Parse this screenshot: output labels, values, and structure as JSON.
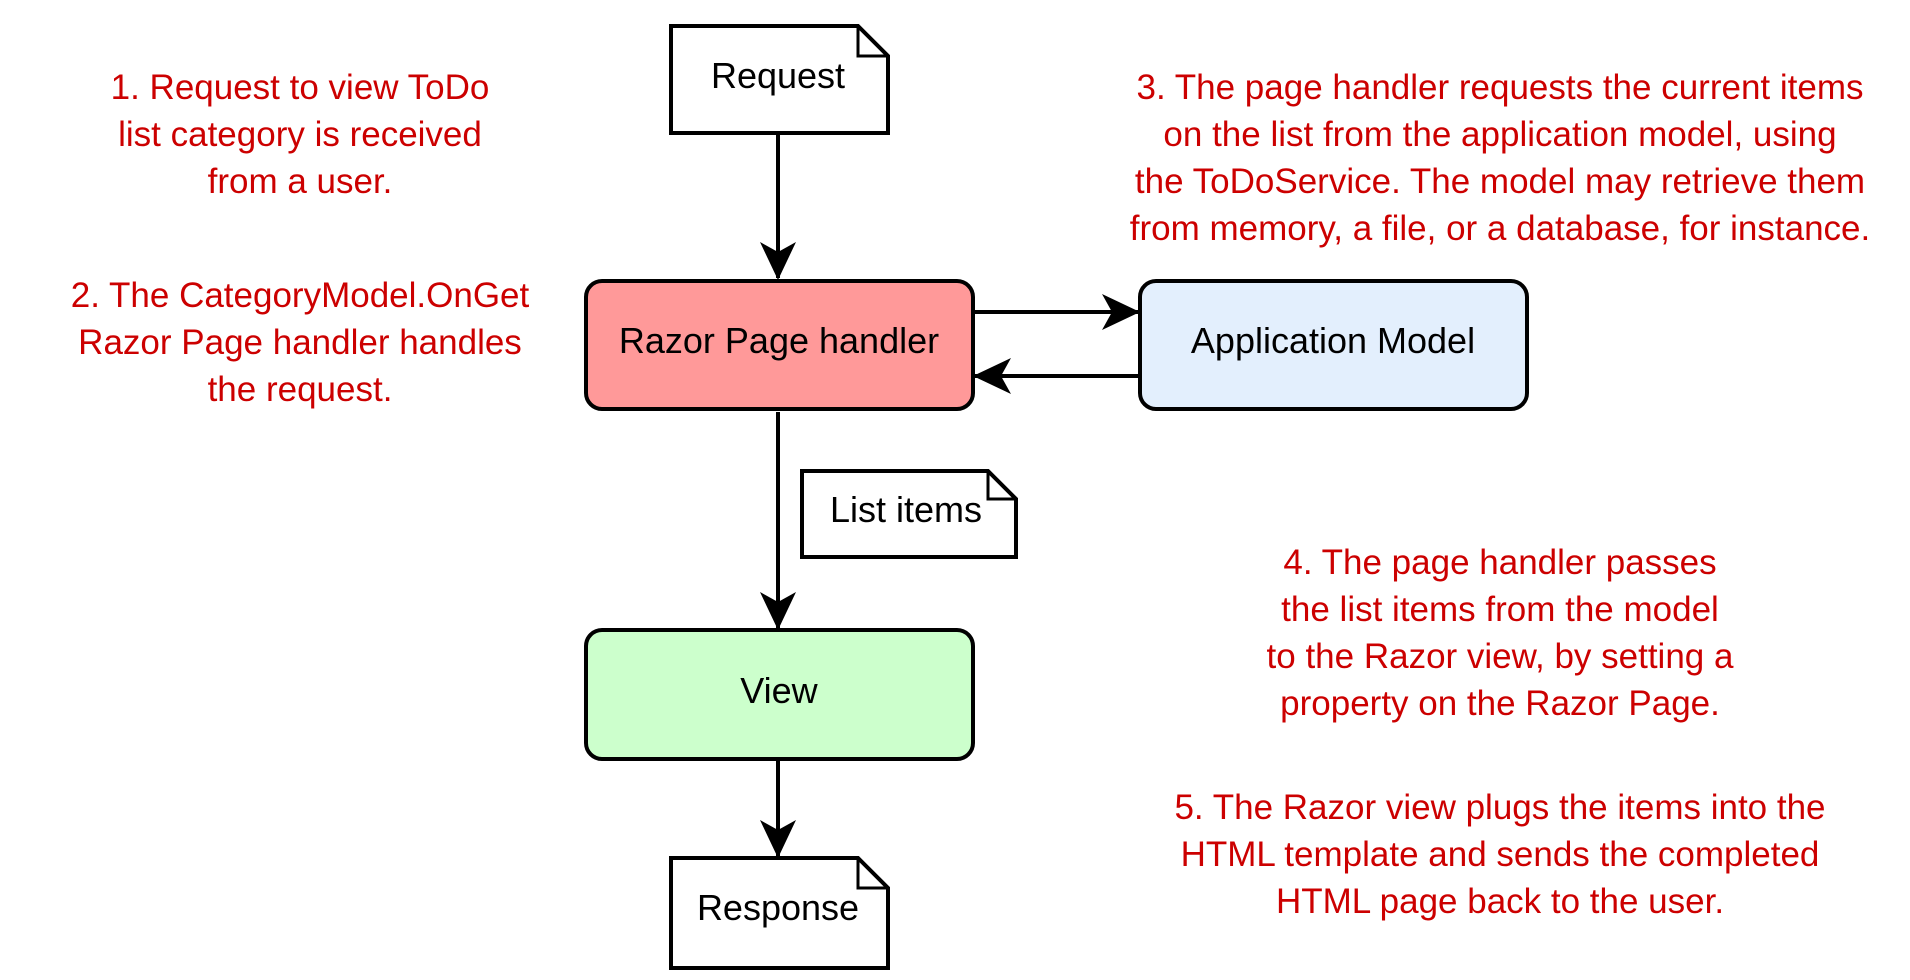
{
  "nodes": {
    "request": "Request",
    "handler": "Razor Page handler",
    "app_model": "Application Model",
    "list_items": "List items",
    "view": "View",
    "response": "Response"
  },
  "notes": {
    "step1": [
      "1. Request to view ToDo",
      "list category is received",
      "from a user."
    ],
    "step2": [
      "2. The CategoryModel.OnGet",
      "Razor Page handler handles",
      "the request."
    ],
    "step3": [
      "3. The page handler requests the current items",
      "on the list from the application model, using",
      "the ToDoService. The model may retrieve them",
      "from memory, a file, or a database, for instance."
    ],
    "step4": [
      "4. The page handler passes",
      "the list items from the model",
      "to the Razor view, by setting a",
      "property on the Razor Page."
    ],
    "step5": [
      "5. The Razor view plugs the items into the",
      "HTML template and sends the completed",
      "HTML page back to the user."
    ]
  },
  "colors": {
    "handler_fill": "#ff9999",
    "app_model_fill": "#e3effd",
    "view_fill": "#ccffcc",
    "note_text": "#cc0000",
    "stroke": "#000000"
  }
}
